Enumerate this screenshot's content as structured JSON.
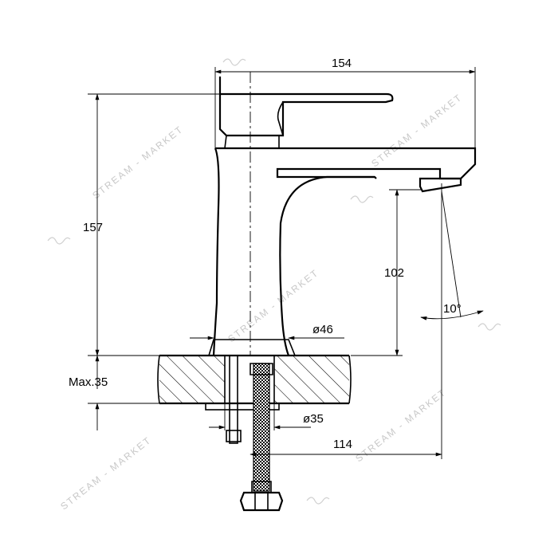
{
  "dimensions": {
    "total_width": "154",
    "total_height": "157",
    "spout_height": "102",
    "base_diameter": "ø46",
    "mounting_max": "Max.35",
    "hole_diameter": "ø35",
    "spout_reach": "114",
    "spout_angle": "10°"
  },
  "watermark": {
    "text": "STREAM - MARKET"
  },
  "colors": {
    "line": "#000000",
    "background": "#ffffff",
    "watermark": "#c8c8c8"
  }
}
